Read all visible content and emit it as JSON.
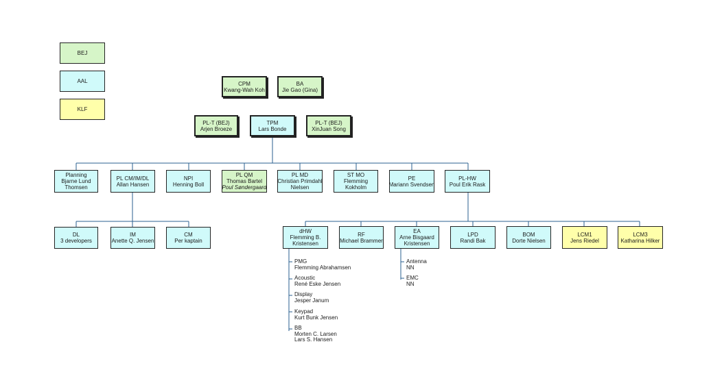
{
  "colors": {
    "bej": "#d6f5c8",
    "aal": "#d0fafa",
    "klf": "#ffffaa",
    "line": "#2a5f8f"
  },
  "legend": {
    "bej": "BEJ",
    "aal": "AAL",
    "klf": "KLF"
  },
  "top": {
    "cpm": {
      "role": "CPM",
      "name": "Kwang-Wah Koh"
    },
    "ba": {
      "role": "BA",
      "name": "Jie Gao (Gina)"
    }
  },
  "mid": {
    "plt_left": {
      "role": "PL-T (BEJ)",
      "name": "Arjen Broeze"
    },
    "tpm": {
      "role": "TPM",
      "name": "Lars Bonde"
    },
    "plt_right": {
      "role": "PL-T (BEJ)",
      "name": "XinJuan Song"
    }
  },
  "row2": {
    "planning": {
      "role": "Planning",
      "l1": "Bjarne Lund",
      "l2": "Thomsen"
    },
    "plcm": {
      "role": "PL CM/IM/DL",
      "name": "Allan Hansen"
    },
    "npi": {
      "role": "NPI",
      "name": "Henning Boll"
    },
    "plqm": {
      "role": "PL QM",
      "name": "Thomas Bartel",
      "name2": "Poul Søndergaard"
    },
    "plmd": {
      "role": "PL MD",
      "l1": "Christian Primdahl",
      "l2": "Nielsen"
    },
    "stmo": {
      "role": "ST MO",
      "l1": "Flemming",
      "l2": "Kokholm"
    },
    "pe": {
      "role": "PE",
      "name": "Mariann Svendsen"
    },
    "plhw": {
      "role": "PL-HW",
      "name": "Poul Erik Rask"
    }
  },
  "row3": {
    "dl": {
      "role": "DL",
      "name": "3 developers"
    },
    "im": {
      "role": "IM",
      "name": "Anette Q. Jensen"
    },
    "cm": {
      "role": "CM",
      "name": "Per kaptain"
    },
    "dhw": {
      "role": "dHW",
      "l1": "Flemming B.",
      "l2": "Kristensen"
    },
    "rf": {
      "role": "RF",
      "name": "Michael Brammer"
    },
    "ea": {
      "role": "EA",
      "l1": "Arne Bisgaard",
      "l2": "Kristensen"
    },
    "lpd": {
      "role": "LPD",
      "name": "Randi Bak"
    },
    "bom": {
      "role": "BOM",
      "name": "Dorte Nielsen"
    },
    "lcm1": {
      "role": "LCM1",
      "name": "Jens Riedel"
    },
    "lcm3": {
      "role": "LCM3",
      "name": "Katharina Hilker"
    }
  },
  "dhw_sub": [
    {
      "role": "PMG",
      "names": [
        "Flemming Abrahamsen"
      ]
    },
    {
      "role": "Acoustic",
      "names": [
        "René Eske Jensen"
      ]
    },
    {
      "role": "Display",
      "names": [
        "Jesper Janum"
      ]
    },
    {
      "role": "Keypad",
      "names": [
        "Kurt Bunk Jensen"
      ]
    },
    {
      "role": "BB",
      "names": [
        "Morten C. Larsen",
        "Lars S. Hansen"
      ]
    }
  ],
  "ea_sub": [
    {
      "role": "Antenna",
      "names": [
        "NN"
      ]
    },
    {
      "role": "EMC",
      "names": [
        "NN"
      ]
    }
  ]
}
